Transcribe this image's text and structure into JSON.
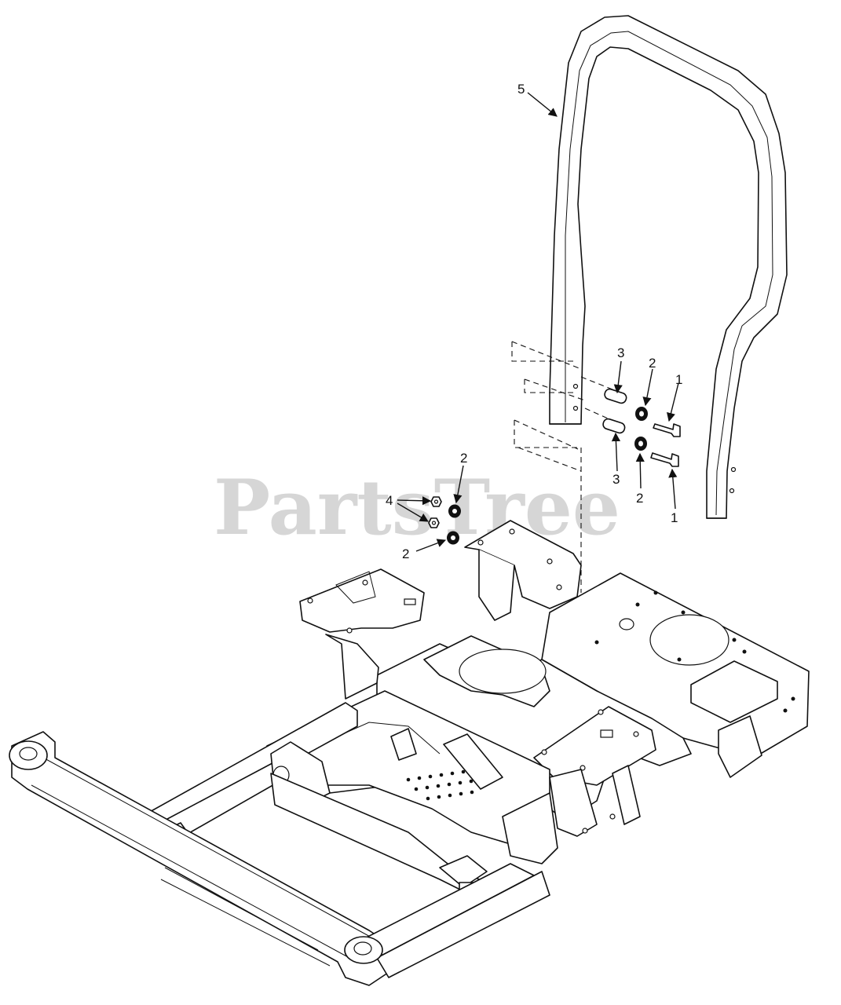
{
  "diagram": {
    "watermark": "PartsTree",
    "callouts": [
      {
        "id": "c5",
        "text": "5"
      },
      {
        "id": "c3a",
        "text": "3"
      },
      {
        "id": "c2a",
        "text": "2"
      },
      {
        "id": "c1a",
        "text": "1"
      },
      {
        "id": "c3b",
        "text": "3"
      },
      {
        "id": "c2b",
        "text": "2"
      },
      {
        "id": "c1b",
        "text": "1"
      },
      {
        "id": "c2c",
        "text": "2"
      },
      {
        "id": "c4",
        "text": "4"
      },
      {
        "id": "c2d",
        "text": "2"
      }
    ]
  }
}
